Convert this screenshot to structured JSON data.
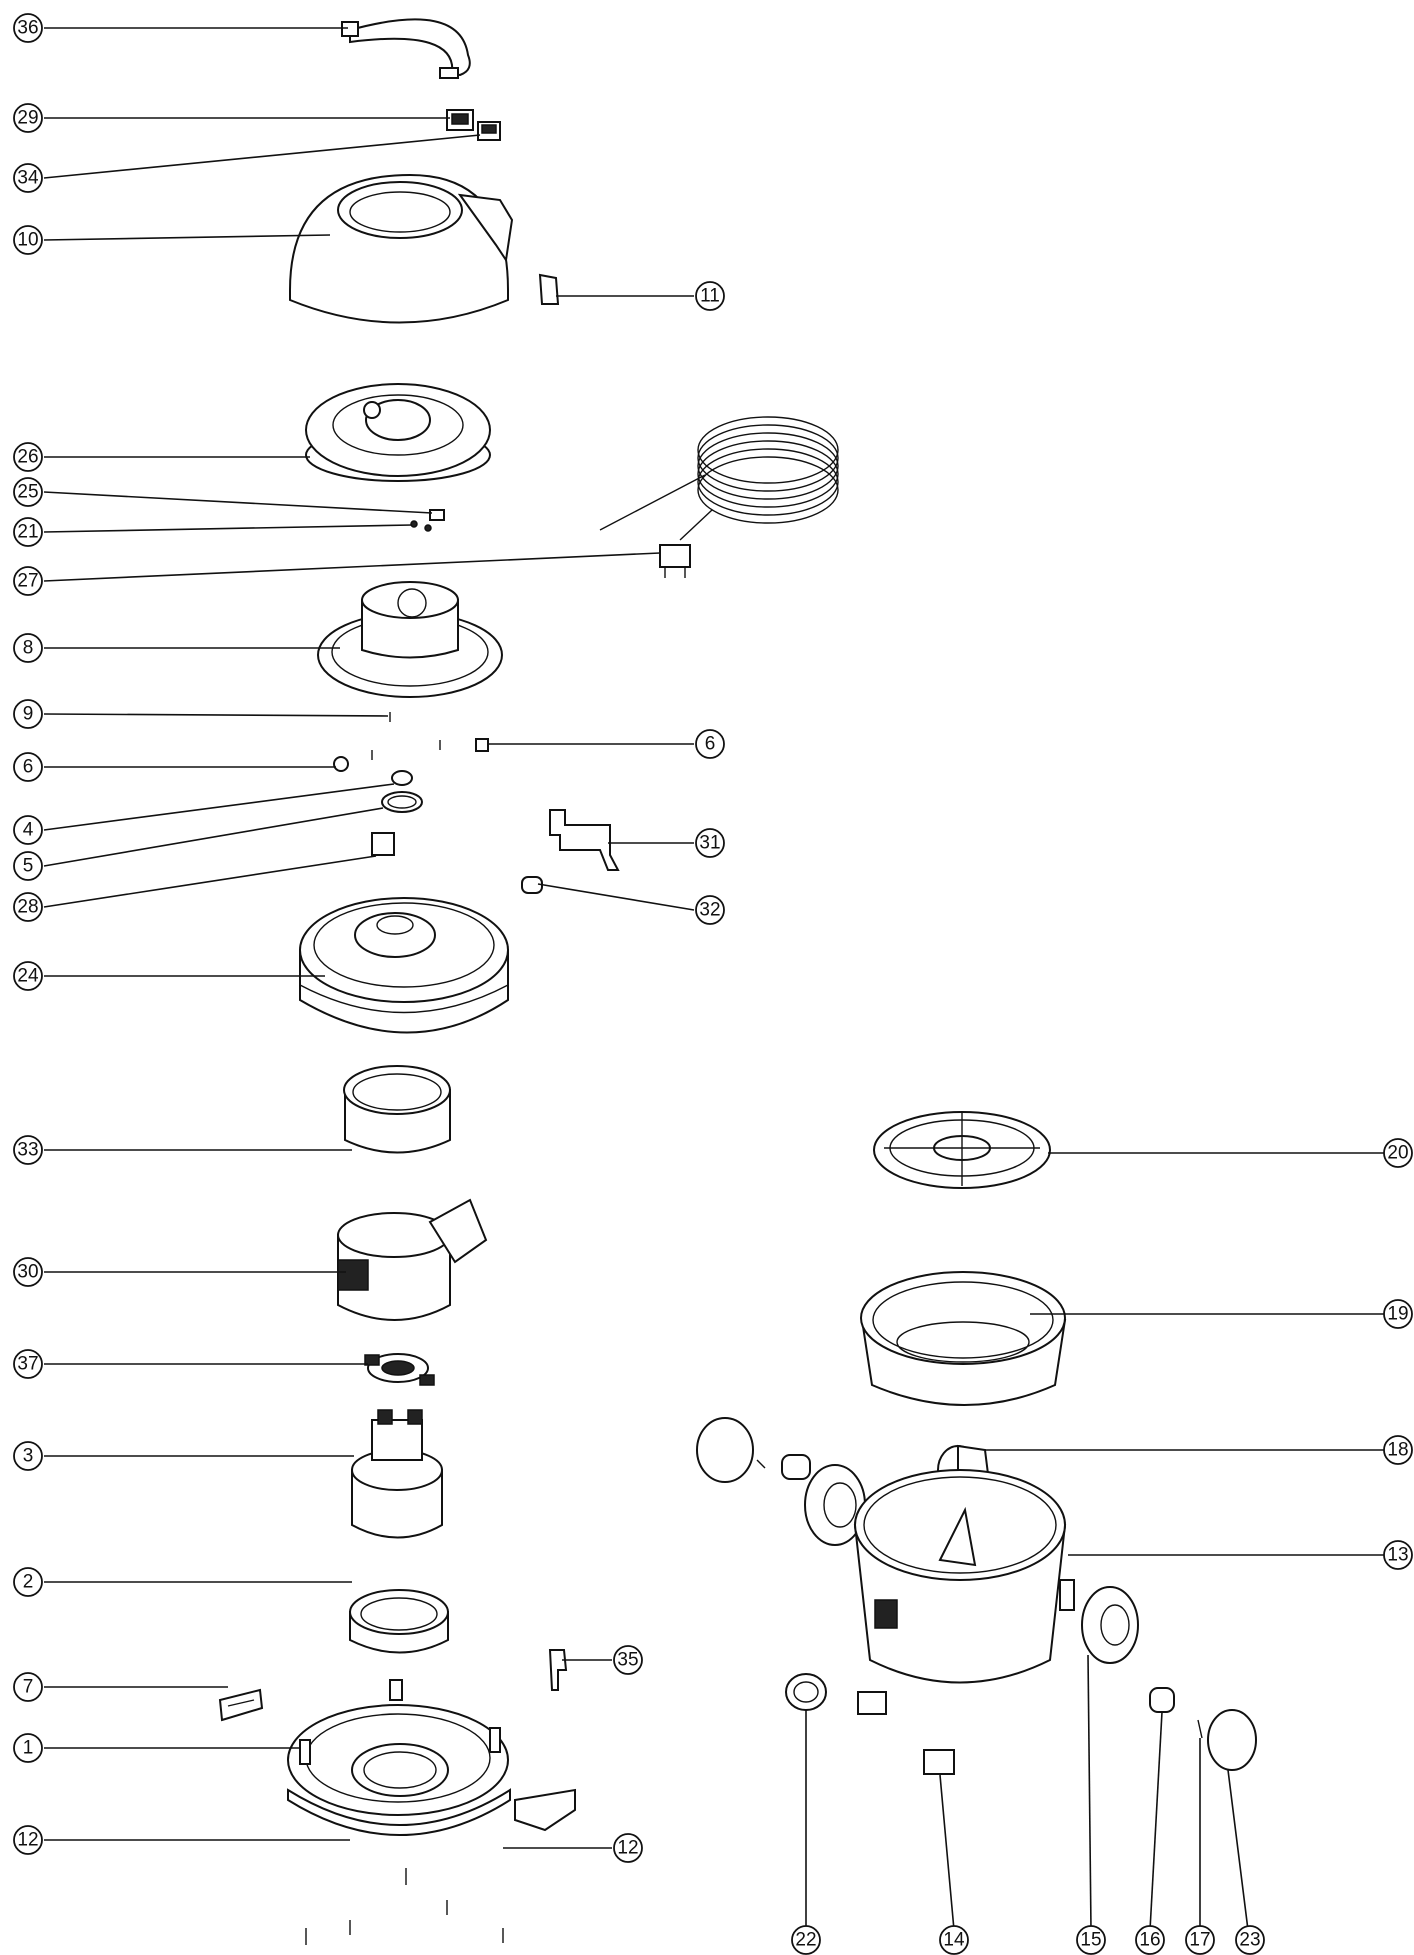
{
  "callouts": [
    {
      "id": "c36",
      "label": "36"
    },
    {
      "id": "c29",
      "label": "29"
    },
    {
      "id": "c34",
      "label": "34"
    },
    {
      "id": "c10",
      "label": "10"
    },
    {
      "id": "c11",
      "label": "11"
    },
    {
      "id": "c26",
      "label": "26"
    },
    {
      "id": "c25",
      "label": "25"
    },
    {
      "id": "c21",
      "label": "21"
    },
    {
      "id": "c27",
      "label": "27"
    },
    {
      "id": "c8",
      "label": "8"
    },
    {
      "id": "c9",
      "label": "9"
    },
    {
      "id": "c6a",
      "label": "6"
    },
    {
      "id": "c6b",
      "label": "6"
    },
    {
      "id": "c4",
      "label": "4"
    },
    {
      "id": "c5",
      "label": "5"
    },
    {
      "id": "c31",
      "label": "31"
    },
    {
      "id": "c28",
      "label": "28"
    },
    {
      "id": "c32",
      "label": "32"
    },
    {
      "id": "c24",
      "label": "24"
    },
    {
      "id": "c33",
      "label": "33"
    },
    {
      "id": "c20",
      "label": "20"
    },
    {
      "id": "c30",
      "label": "30"
    },
    {
      "id": "c19",
      "label": "19"
    },
    {
      "id": "c37",
      "label": "37"
    },
    {
      "id": "c18",
      "label": "18"
    },
    {
      "id": "c3",
      "label": "3"
    },
    {
      "id": "c13",
      "label": "13"
    },
    {
      "id": "c2",
      "label": "2"
    },
    {
      "id": "c7",
      "label": "7"
    },
    {
      "id": "c35",
      "label": "35"
    },
    {
      "id": "c1",
      "label": "1"
    },
    {
      "id": "c12a",
      "label": "12"
    },
    {
      "id": "c12b",
      "label": "12"
    },
    {
      "id": "c22",
      "label": "22"
    },
    {
      "id": "c14",
      "label": "14"
    },
    {
      "id": "c15",
      "label": "15"
    },
    {
      "id": "c16",
      "label": "16"
    },
    {
      "id": "c17",
      "label": "17"
    },
    {
      "id": "c23",
      "label": "23"
    }
  ]
}
